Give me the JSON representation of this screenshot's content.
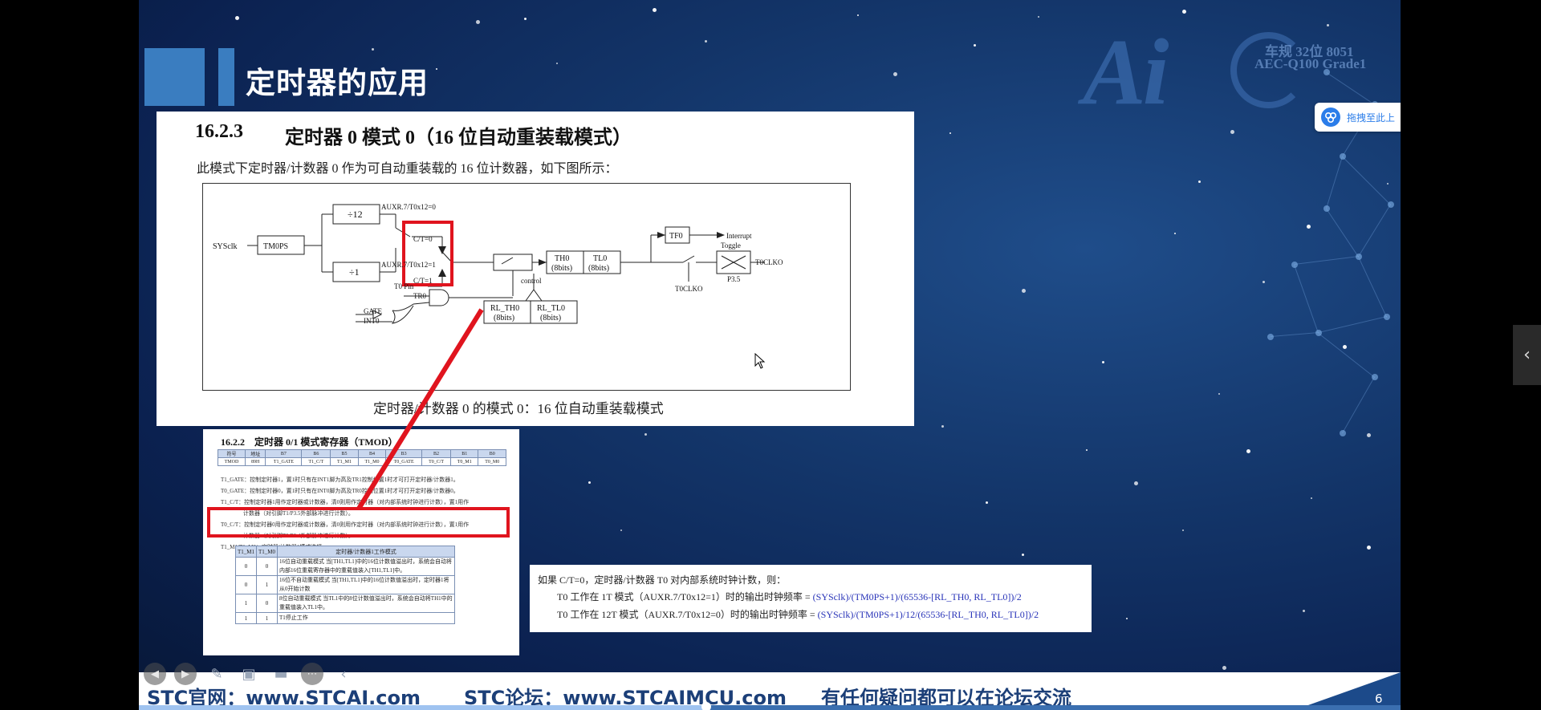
{
  "slide": {
    "title": "定时器的应用",
    "page_number": "6",
    "progress_fraction": 0.45
  },
  "logo": {
    "mark": "Ai",
    "line1": "车规 32位 8051",
    "line2": "AEC-Q100 Grade1"
  },
  "drag_button": {
    "label": "拖拽至此上"
  },
  "doc_top": {
    "section_number": "16.2.3",
    "section_title": "定时器 0 模式 0（16 位自动重装载模式）",
    "description": "此模式下定时器/计数器 0 作为可自动重装载的 16 位计数器，如下图所示：",
    "caption": "定时器/计数器 0 的模式 0：16 位自动重装载模式",
    "diagram": {
      "sysclk": "SYSclk",
      "tm0ps": "TM0PS",
      "div12": "÷12",
      "div1": "÷1",
      "auxr_12": "AUXR.7/T0x12=0",
      "auxr_1": "AUXR.7/T0x12=1",
      "ct0": "C/T=0",
      "ct1": "C/T=1",
      "t0pin": "T0 Pin",
      "tr0": "TR0",
      "gate": "GATE",
      "int0": "INT0",
      "control": "control",
      "th0": "TH0",
      "th0_bits": "(8bits)",
      "tl0": "TL0",
      "tl0_bits": "(8bits)",
      "rl_th0": "RL_TH0",
      "rl_th0_bits": "(8bits)",
      "rl_tl0": "RL_TL0",
      "rl_tl0_bits": "(8bits)",
      "tf0": "TF0",
      "interrupt": "Interrupt",
      "toggle": "Toggle",
      "p35": "P3.5",
      "t0clko_out": "T0CLKO",
      "t0clko_sw": "T0CLKO"
    }
  },
  "doc_bottom": {
    "title": "16.2.2　定时器 0/1 模式寄存器（TMOD）",
    "reg_header": [
      "符号",
      "地址",
      "B7",
      "B6",
      "B5",
      "B4",
      "B3",
      "B2",
      "B1",
      "B0"
    ],
    "reg_row": [
      "TMOD",
      "89H",
      "T1_GATE",
      "T1_C/T",
      "T1_M1",
      "T1_M0",
      "T0_GATE",
      "T0_C/T",
      "T0_M1",
      "T0_M0"
    ],
    "lines": [
      "T1_GATE：控制定时器1，置1时只有在INT1脚为高及TR1控制位置1时才可打开定时器/计数器1。",
      "T0_GATE：控制定时器0，置1时只有在INT0脚为高及TR0控制位置1时才可打开定时器/计数器0。",
      "T1_C/T：控制定时器1用作定时器或计数器，清0则用作定时器（对内部系统时钟进行计数），置1用作",
      "　　　　计数器（对引脚T1/P3.5外部脉冲进行计数）。",
      "T0_C/T：控制定时器0用作定时器或计数器，清0则用作定时器（对内部系统时钟进行计数），置1用作",
      "　　　　计数器（对引脚T0/P3.4外部脉冲进行计数）。",
      "T1_M1/T1_M0：定时器/计数器1模式选择"
    ],
    "mode_table": {
      "header": [
        "T1_M1",
        "T1_M0",
        "定时器/计数器1工作模式"
      ],
      "rows": [
        [
          "0",
          "0",
          "16位自动重载模式 当[TH1,TL1]中的16位计数值溢出时，系统会自动将内部16位重载寄存器中的重载值装入[TH1,TL1]中。"
        ],
        [
          "0",
          "1",
          "16位不自动重载模式 当[TH1,TL1]中的16位计数值溢出时，定时器1将从0开始计数"
        ],
        [
          "1",
          "0",
          "8位自动重载模式 当TL1中的8位计数值溢出时，系统会自动将TH1中的重载值装入TL1中。"
        ],
        [
          "1",
          "1",
          "T1停止工作"
        ]
      ]
    }
  },
  "formula": {
    "line1": "如果 C/T=0，定时器/计数器 T0 对内部系统时钟计数，则：",
    "line2_label": "T0 工作在 1T 模式（AUXR.7/T0x12=1）时的输出时钟频率 =",
    "line2_value": "(SYSclk)/(TM0PS+1)/(65536-[RL_TH0, RL_TL0])/2",
    "line3_label": "T0 工作在 12T 模式（AUXR.7/T0x12=0）时的输出时钟频率 =",
    "line3_value": "(SYSclk)/(TM0PS+1)/12/(65536-[RL_TH0, RL_TL0])/2"
  },
  "footer": {
    "website": "STC官网：www.STCAI.com",
    "forum": "STC论坛：www.STCAIMCU.com",
    "note": "有任何疑问都可以在论坛交流"
  },
  "colors": {
    "highlight_red": "#e0141e",
    "footer_text": "#1c3f78",
    "title_block": "#3a7dc0",
    "formula_blue": "#2833b8"
  },
  "icons": {
    "toolbar": [
      "prev-icon",
      "next-icon",
      "pen-icon",
      "screenshot-icon",
      "camera-icon",
      "more-icon",
      "collapse-icon"
    ],
    "side_handle": "chevron-left-icon"
  }
}
